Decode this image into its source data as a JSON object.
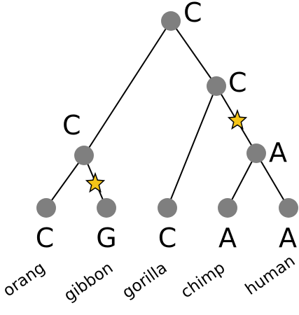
{
  "colors": {
    "branch": "#000000",
    "node": "#7f7f7f",
    "mutation_fill": "#f5c518",
    "mutation_stroke": "#000000",
    "text": "#000000"
  },
  "icons": {
    "mutation": "star-icon"
  },
  "tree": {
    "nodes": {
      "root": {
        "state": "C"
      },
      "great_ape": {
        "state": "C"
      },
      "african": {
        "state": "C"
      },
      "human_chimp": {
        "state": "A"
      }
    },
    "leaves": [
      {
        "taxon": "orang",
        "state": "C"
      },
      {
        "taxon": "gibbon",
        "state": "G"
      },
      {
        "taxon": "gorilla",
        "state": "C"
      },
      {
        "taxon": "chimp",
        "state": "A"
      },
      {
        "taxon": "human",
        "state": "A"
      }
    ]
  }
}
